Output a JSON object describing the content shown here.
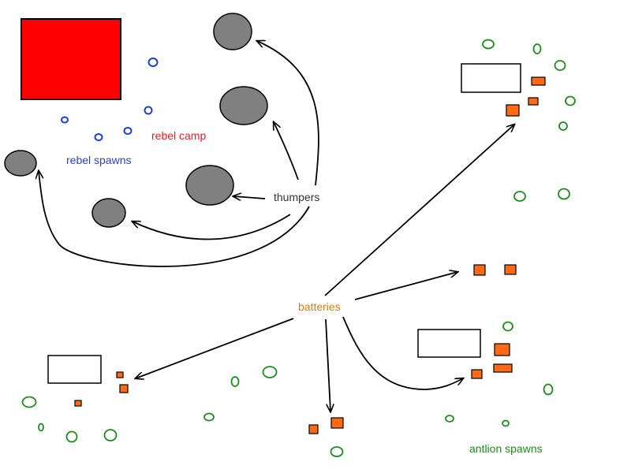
{
  "labels": {
    "rebel_camp": "rebel camp",
    "rebel_spawns": "rebel spawns",
    "thumpers": "thumpers",
    "batteries": "batteries",
    "antlion_spawns": "antlion spawns"
  },
  "colors": {
    "rebel_camp": "#ff0000",
    "rebel_spawn": "#1a3fd6",
    "thumper": "#808080",
    "battery": "#ff6a13",
    "antlion_spawn": "#1e8a1e",
    "text_default": "#333333",
    "batteries_text": "#e07a10",
    "antlion_text": "#1e8a1e",
    "rebel_camp_text": "#e02020",
    "rebel_spawns_text": "#2a3fd0"
  }
}
